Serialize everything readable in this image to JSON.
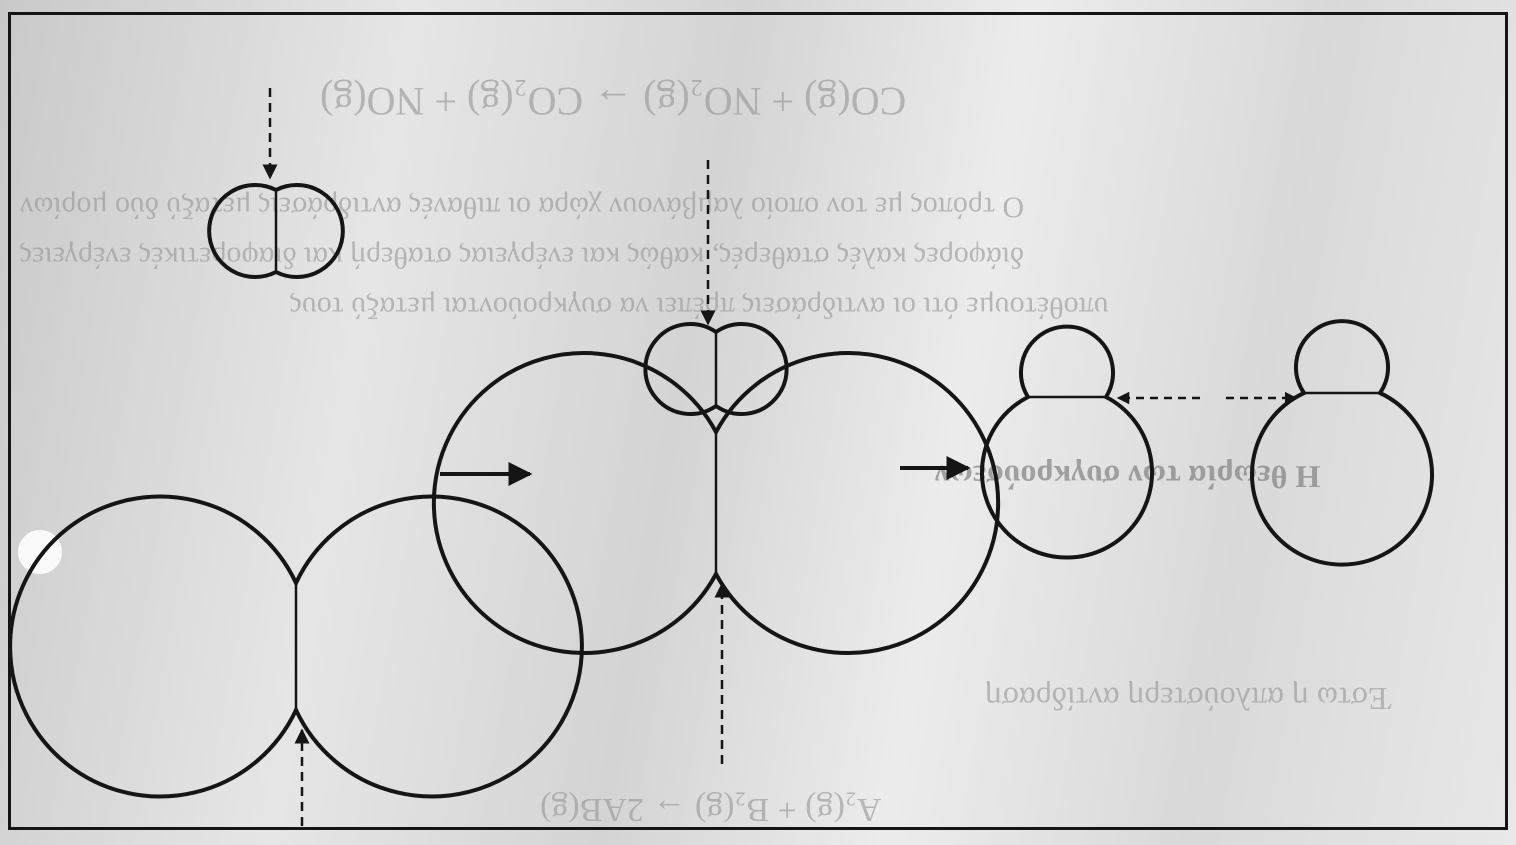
{
  "bleed_through_text": [
    "CO(g) + NO₂(g) → CO₂(g) + NO(g)",
    "Ο τρόπος με τον οποίο λαμβάνουν χώρα οι πιθανές αντιδράσεις μεταξύ δύο μορίων",
    "διάφορες καλές σταθερές, καθώς και ενέργειας σταθερή και διαφορετικές ενέργειες",
    "υποθέτουμε ότι οι αντιδράσεις πρέπει να συγκρούονται μεταξύ τους",
    "Η θεωρία των συγκρούσεων",
    "Έστω η απλούστερη αντίδραση",
    "A₂(g) + B₂(g) → 2AB(g)"
  ],
  "diagram": {
    "stroke_color": "#151515",
    "steps": [
      {
        "name": "small-diatomic-molecule"
      },
      {
        "name": "large-diatomic-molecule"
      },
      {
        "name": "collision-complex"
      },
      {
        "name": "product-molecule-1"
      },
      {
        "name": "product-molecule-2"
      }
    ]
  }
}
